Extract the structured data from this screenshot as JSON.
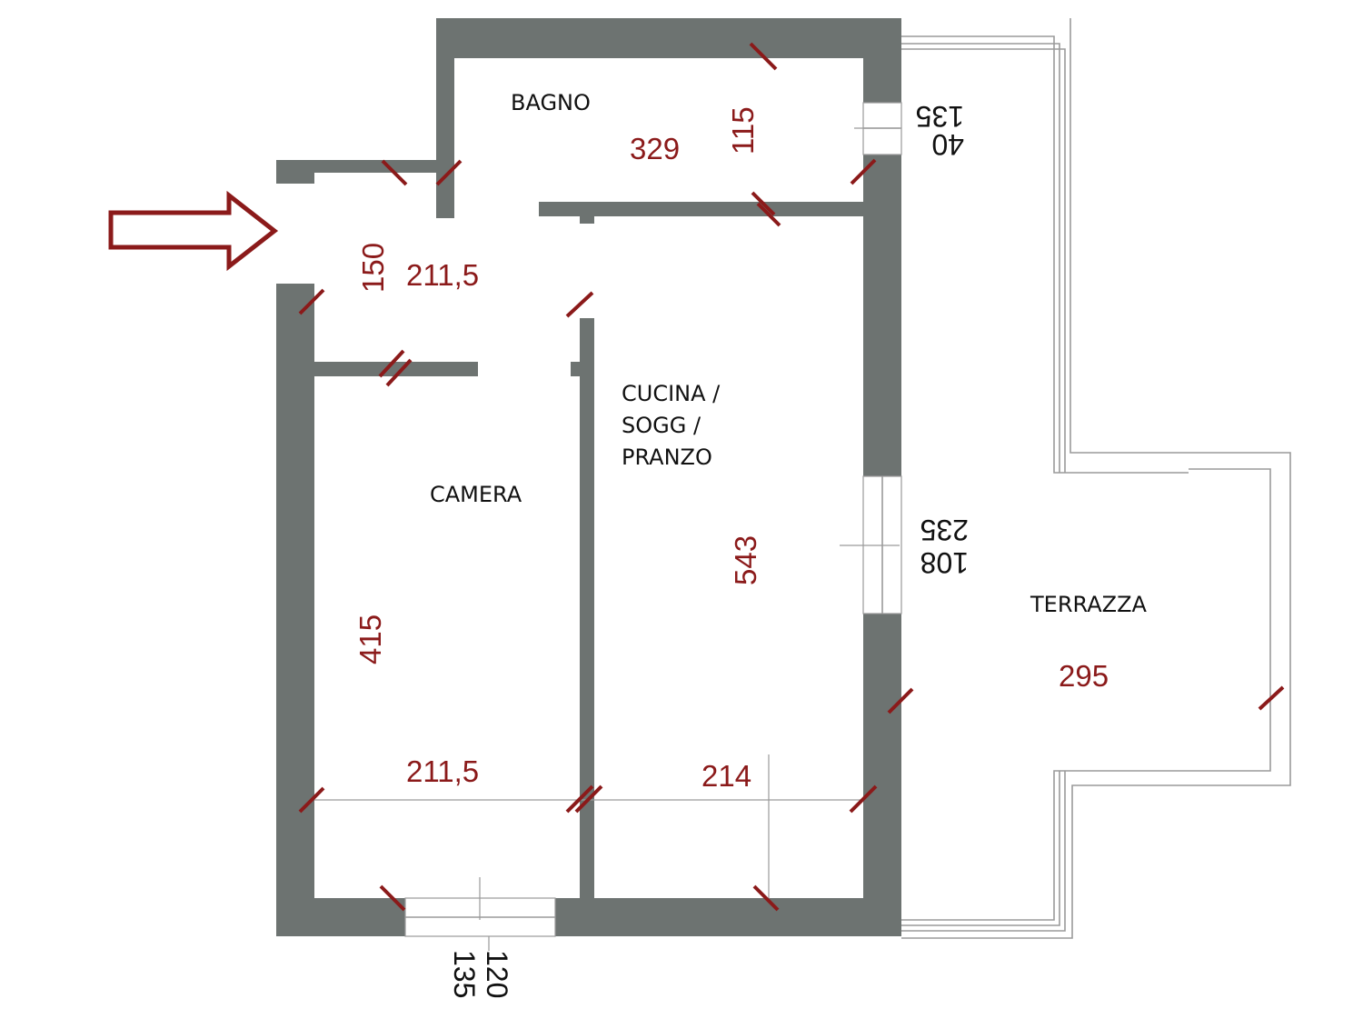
{
  "colors": {
    "wall": "#6d7371",
    "dimension": "#8b1a1a",
    "label": "#111111",
    "arrow": "#8b1a1a"
  },
  "icons": {
    "entrance": "entrance-arrow-icon"
  },
  "rooms": {
    "bagno": "BAGNO",
    "cucina_l1": "CUCINA /",
    "cucina_l2": "SOGG /",
    "cucina_l3": "PRANZO",
    "camera": "CAMERA",
    "terrazza": "TERRAZZA"
  },
  "dimensions": {
    "bagno_len": "329",
    "bagno_wid": "115",
    "hall_len": "211,5",
    "hall_wid": "150",
    "camera_len": "415",
    "camera_wid": "211,5",
    "cucina_len": "543",
    "cucina_wid": "214",
    "terrazza_wid": "295"
  },
  "windows": {
    "bagno_a": "135",
    "bagno_b": "40",
    "cucina_a": "235",
    "cucina_b": "108",
    "camera_a": "120",
    "camera_b": "135"
  }
}
